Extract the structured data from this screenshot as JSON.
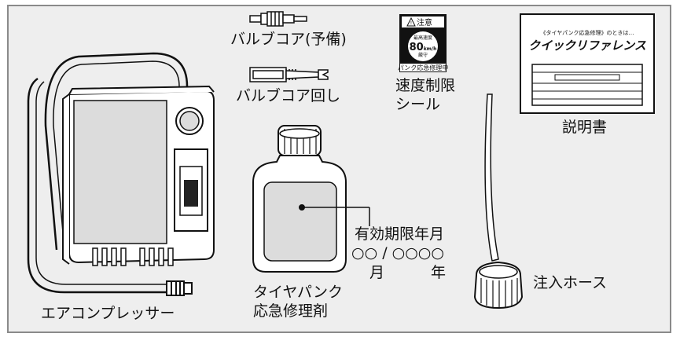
{
  "labels": {
    "valve_core_spare": "バルブコア(予備)",
    "valve_core_tool": "バルブコア回し",
    "speed_sticker_line1": "速度制限",
    "speed_sticker_line2": "シール",
    "manual": "説明書",
    "air_compressor": "エアコンプレッサー",
    "sealant_line1": "タイヤパンク",
    "sealant_line2": "応急修理剤",
    "expiry_title": "有効期限年月",
    "expiry_value": "○○ / ○○○○",
    "expiry_month": "月",
    "expiry_year": "年",
    "injection_hose": "注入ホース"
  },
  "sticker": {
    "caution": "注意",
    "speed_top": "最高速度",
    "speed_value": "80",
    "speed_unit": "km/h",
    "obey": "厳守",
    "bottom": "パンク応急修理中"
  },
  "manual_cover": {
    "subtitle": "《タイヤパンク応急修理》のときは…",
    "title": "クイックリファレンス"
  }
}
